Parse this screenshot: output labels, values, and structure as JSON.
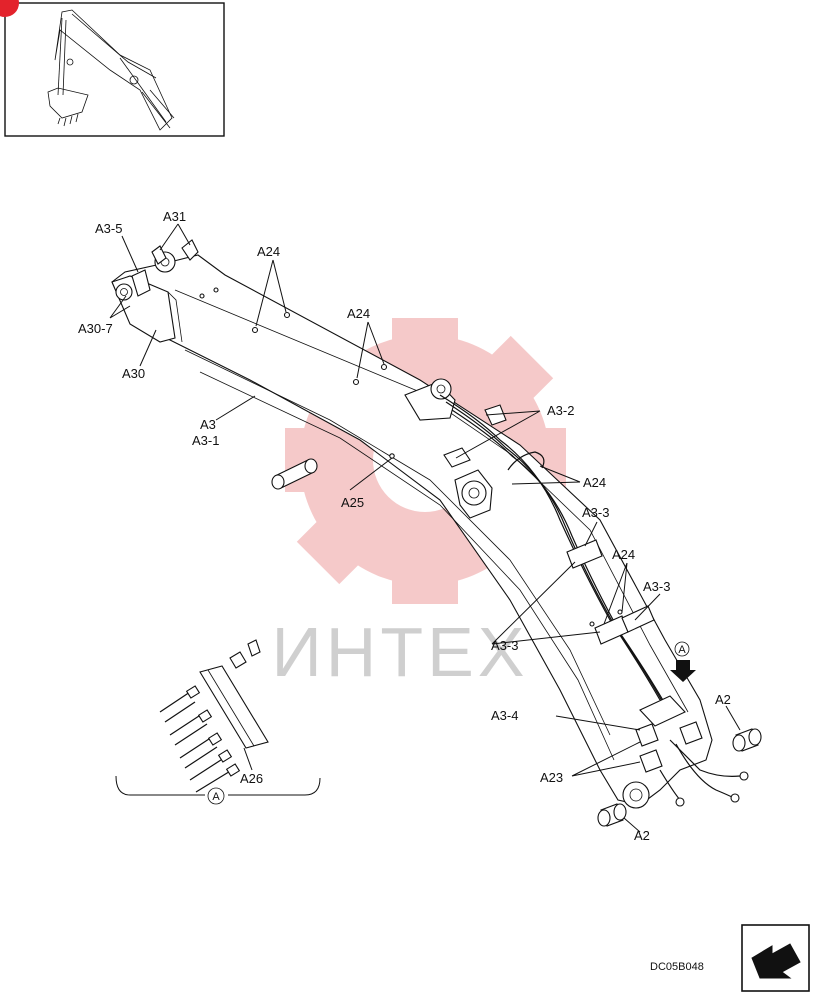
{
  "labels": {
    "a3_5": "A3-5",
    "a31": "A31",
    "a24": "A24",
    "a30_7": "A30-7",
    "a30": "A30",
    "a3": "A3",
    "a3_1": "A3-1",
    "a25": "A25",
    "a3_2": "A3-2",
    "a3_3": "A3-3",
    "a3_4": "A3-4",
    "a23": "A23",
    "a2": "A2",
    "a26": "A26",
    "detail_ref": "A"
  },
  "watermark": "ИНТЕХ",
  "drawing_code": "DC05B048",
  "colors": {
    "watermark": "#f2b8b8",
    "corner_badge": "#e3232c",
    "line": "#111111"
  },
  "icons": {
    "corner_badge": "red-circle-badge-icon",
    "next_page": "next-page-arrow-icon"
  }
}
